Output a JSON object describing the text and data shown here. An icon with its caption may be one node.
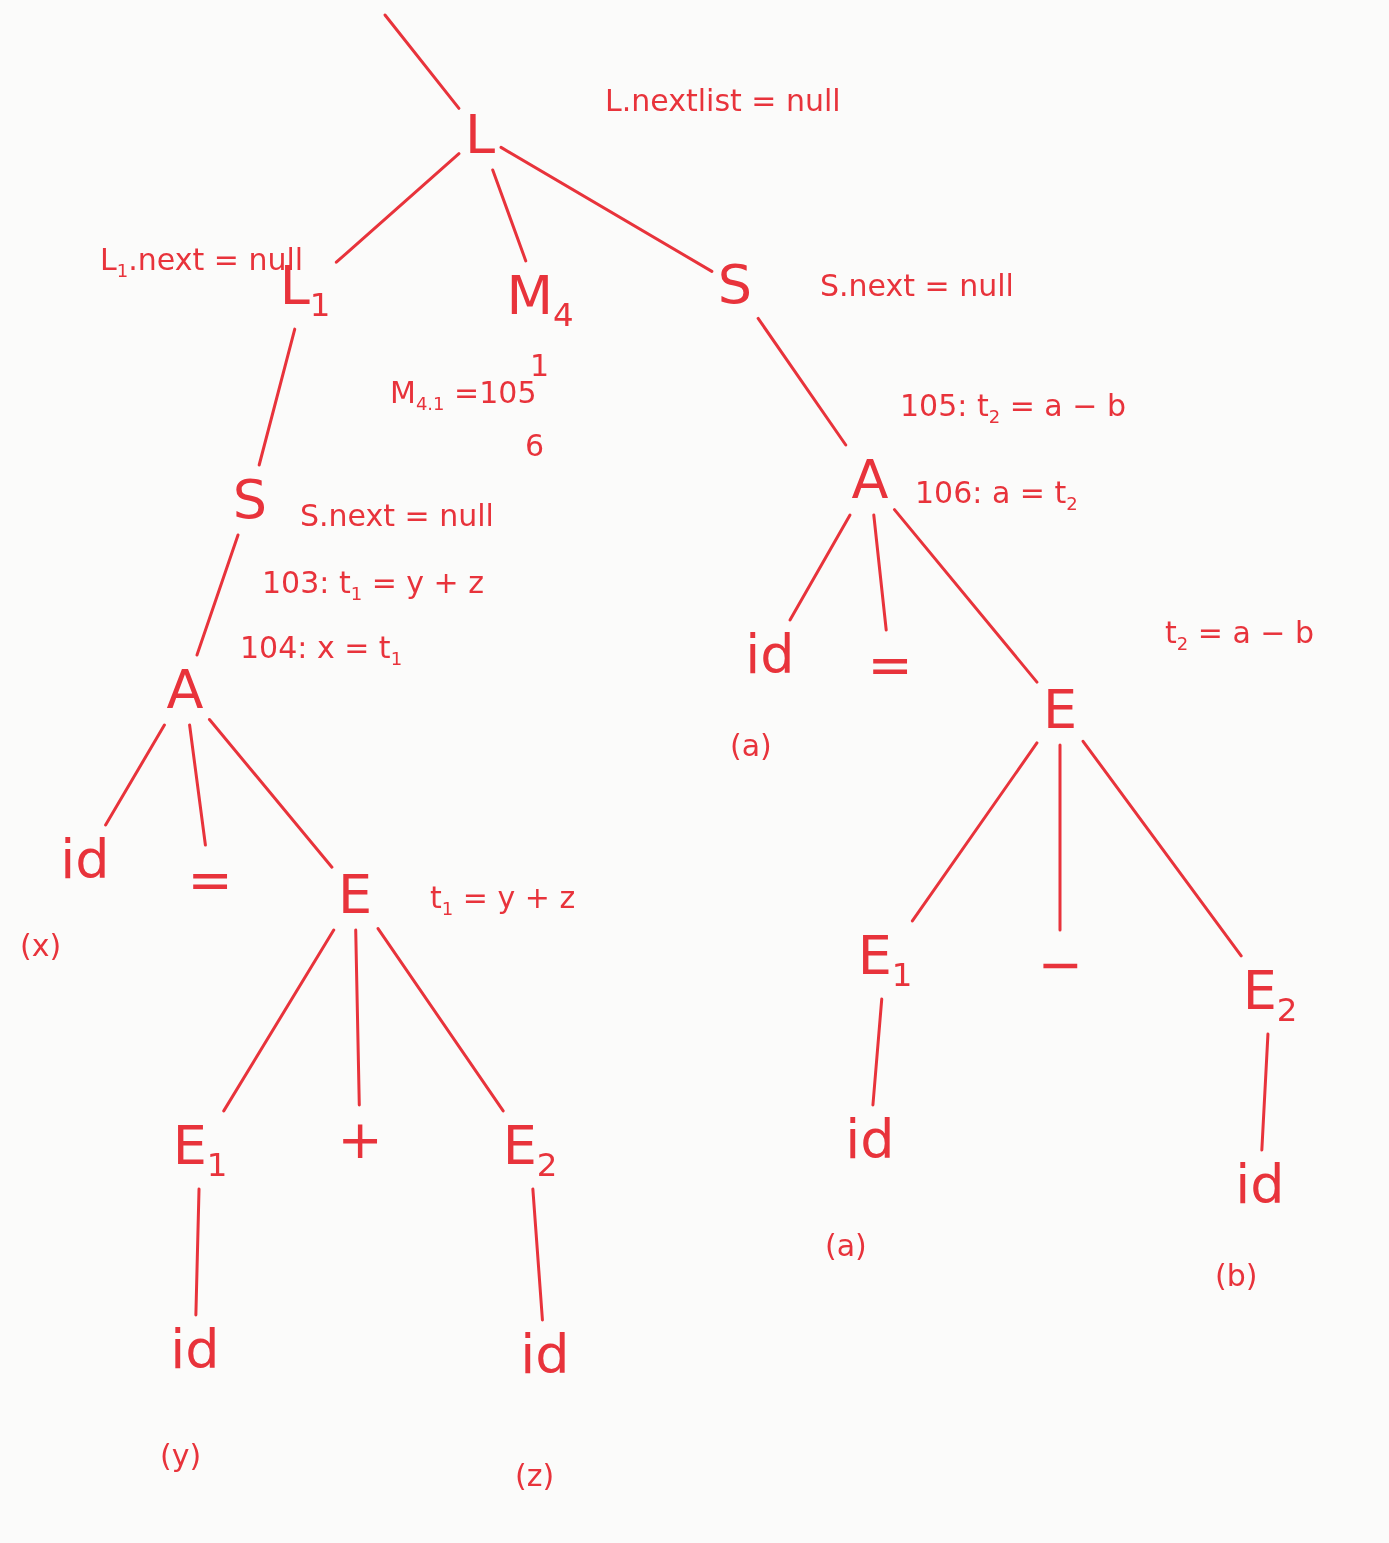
{
  "diagram": {
    "nodes": [
      {
        "text": [
          "L"
        ],
        "beside": [
          "L.nextlist = null"
        ]
      },
      {
        "text": [
          "L$_{1}$"
        ],
        "beside": [
          "L$_{1}$.next = null"
        ]
      },
      {
        "text": [
          "M$_{4}$"
        ],
        "beside": [
          "1",
          "6"
        ]
      },
      {
        "text": [
          "S"
        ],
        "beside": [
          "S.next = null"
        ]
      },
      {
        "text": [
          "S"
        ],
        "beside": [
          "S.next = null",
          "103: t$_{1}$ = y + z",
          "104: x = t$_{1}$"
        ]
      },
      {
        "text": [
          "A"
        ]
      },
      {
        "text": [
          "id"
        ],
        "beside": [
          "(x)"
        ]
      },
      {
        "text": [
          "="
        ]
      },
      {
        "text": [
          "E"
        ],
        "beside": [
          "t$_{1}$ = y + z"
        ]
      },
      {
        "text": [
          "E$_{1}$"
        ]
      },
      {
        "text": [
          "+"
        ]
      },
      {
        "text": [
          "E$_{2}$"
        ]
      },
      {
        "text": [
          "id"
        ],
        "beside": [
          "(y)"
        ]
      },
      {
        "text": [
          "id"
        ],
        "beside": [
          "(z)"
        ]
      },
      {
        "text": [
          "A"
        ],
        "beside": [
          "105: t$_{2}$ = a − b",
          "106: a = t$_{2}$"
        ]
      },
      {
        "text": [
          "id"
        ],
        "beside": [
          "(a)"
        ]
      },
      {
        "text": [
          "="
        ]
      },
      {
        "text": [
          "E"
        ],
        "beside": [
          "t$_{2}$ = a − b"
        ]
      },
      {
        "text": [
          "E$_{1}$"
        ]
      },
      {
        "text": [
          "−"
        ]
      },
      {
        "text": [
          "E$_{2}$"
        ]
      },
      {
        "text": [
          "id"
        ],
        "beside": [
          "(a)"
        ]
      },
      {
        "text": [
          "id"
        ],
        "beside": [
          "(b)"
        ]
      }
    ],
    "edges": [
      {
        "from": null,
        "to": 0,
        "arrow": "none"
      },
      {
        "from": 0,
        "to": 1,
        "arrow": "none"
      },
      {
        "from": 0,
        "to": 2,
        "arrow": "none"
      },
      {
        "from": 0,
        "to": 3,
        "arrow": "none"
      },
      {
        "from": 1,
        "to": 4,
        "arrow": "none"
      },
      {
        "from": 3,
        "to": 14,
        "arrow": "none"
      },
      {
        "from": 4,
        "to": 5,
        "arrow": "none"
      },
      {
        "from": 5,
        "to": 6,
        "arrow": "none"
      },
      {
        "from": 5,
        "to": 7,
        "arrow": "none"
      },
      {
        "from": 5,
        "to": 8,
        "arrow": "none"
      },
      {
        "from": 8,
        "to": 9,
        "arrow": "none"
      },
      {
        "from": 8,
        "to": 10,
        "arrow": "none"
      },
      {
        "from": 8,
        "to": 11,
        "arrow": "none"
      },
      {
        "from": 9,
        "to": 12,
        "arrow": "none"
      },
      {
        "from": 11,
        "to": 13,
        "arrow": "none"
      },
      {
        "from": 14,
        "to": 15,
        "arrow": "none"
      },
      {
        "from": 14,
        "to": 16,
        "arrow": "none"
      },
      {
        "from": 14,
        "to": 17,
        "arrow": "none"
      },
      {
        "from": 17,
        "to": 18,
        "arrow": "none"
      },
      {
        "from": 17,
        "to": 19,
        "arrow": "none"
      },
      {
        "from": 17,
        "to": 20,
        "arrow": "none"
      },
      {
        "from": 18,
        "to": 21,
        "arrow": "none"
      },
      {
        "from": 20,
        "to": 22,
        "arrow": "none"
      }
    ],
    "labels": [
      "M$_{4.1}$ =105"
    ]
  }
}
